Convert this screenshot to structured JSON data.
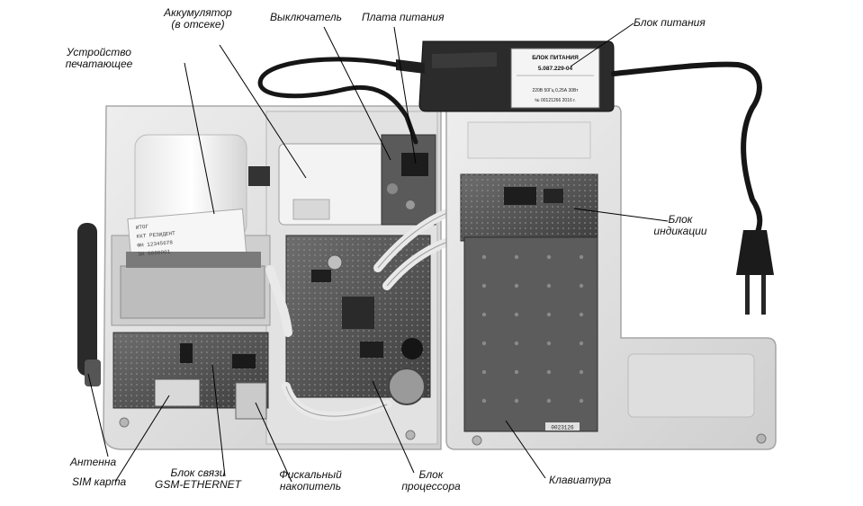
{
  "labels": {
    "accumulator": [
      "Аккумулятор",
      "(в отсеке)"
    ],
    "switch": "Выключатель",
    "power_board": "Плата питания",
    "power_supply": "Блок питания",
    "printer": [
      "Устройство",
      "печатающее"
    ],
    "indication": [
      "Блок",
      "индикации"
    ],
    "antenna": "Антенна",
    "sim": "SIM карта",
    "comm": [
      "Блок связи",
      "GSM-ETHERNET"
    ],
    "fiscal": [
      "Фискальный",
      "накопитель"
    ],
    "processor": [
      "Блок",
      "процессора"
    ],
    "keyboard": "Клавиатура"
  },
  "psu_label": {
    "title": "БЛОК ПИТАНИЯ",
    "model": "5.087.229-04",
    "rating": "220В 50Гц 0,25А 30Вт",
    "serial": "№ 00121266  2016 г."
  },
  "printer_paper": [
    "ИТОГ",
    "ККТ РЕЗИДЕНТ",
    "ФН 12345678",
    "ЗН 0000001"
  ],
  "keyboard_sticker": "0023126"
}
